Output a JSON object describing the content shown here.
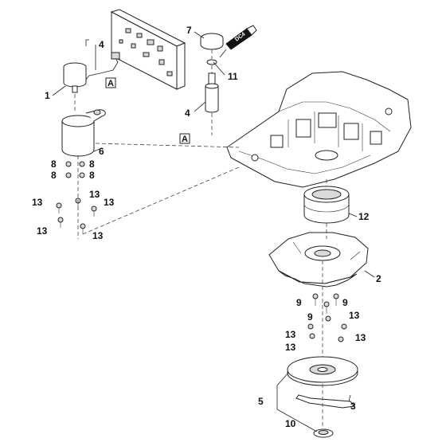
{
  "callouts": {
    "c1": "1",
    "c2": "2",
    "c3": "3",
    "c4a": "4",
    "c4b": "4",
    "c5": "5",
    "c6": "6",
    "c7": "7",
    "c8a": "8",
    "c8b": "8",
    "c8c": "8",
    "c8d": "8",
    "c9a": "9",
    "c9b": "9",
    "c9c": "9",
    "c10": "10",
    "c11": "11",
    "c12": "12",
    "c13a": "13",
    "c13b": "13",
    "c13c": "13",
    "c13d": "13",
    "c13e": "13",
    "c13f": "13",
    "c13g": "13",
    "c13h": "13",
    "c13i": "13"
  },
  "refs": {
    "refA1": "A",
    "refA2": "A"
  },
  "grease_label": "DC4"
}
